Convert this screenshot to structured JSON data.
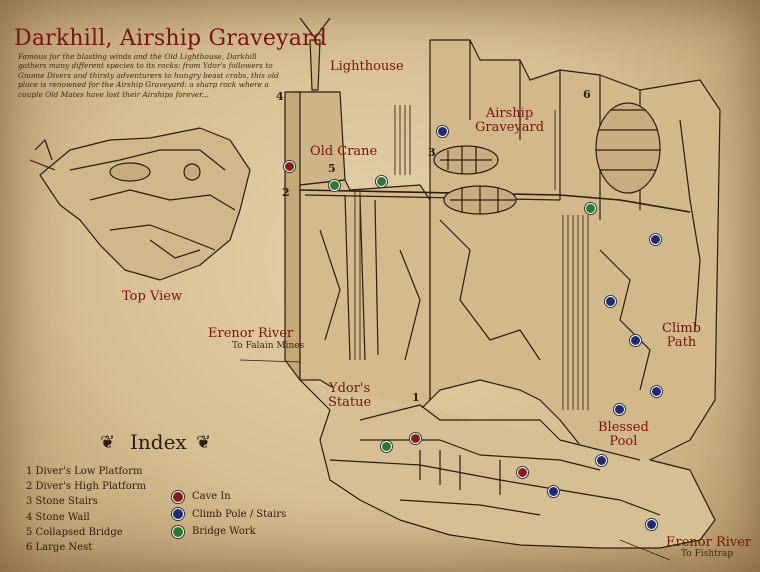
{
  "title": "Darkhill, Airship Graveyard",
  "intro": "Famous for the blasting winds and the Old Lighthouse, Darkhill gathers many different species to its rocks: from Ydor's followers to Gnome Divers and thirsty adventurers to hungry beast crabs, this old place is renowned for the Airship Graveyard: a sharp rock where a couple Old Mates have lost their Airships forever...",
  "labels": {
    "lighthouse": "Lighthouse",
    "airship_graveyard": "Airship\nGraveyard",
    "old_crane": "Old Crane",
    "top_view": "Top View",
    "erenor_river_top": "Erenor River",
    "to_falain_mines": "To Falain Mines",
    "ydors_statue": "Ydor's\nStatue",
    "climb_path": "Climb\nPath",
    "blessed_pool": "Blessed\nPool",
    "erenor_river_bottom": "Erenor River",
    "to_fishtrap": "To Fishtrap"
  },
  "numbers": {
    "n1": "1",
    "n2": "2",
    "n3": "3",
    "n4": "4",
    "n5": "5",
    "n6": "6"
  },
  "index": {
    "title": "Index",
    "items": [
      "1 Diver's Low Platform",
      "2 Diver's High Platform",
      "3 Stone Stairs",
      "4 Stone Wall",
      "5 Collapsed Bridge",
      "6 Large Nest"
    ]
  },
  "legend": [
    {
      "icon": "cave-in-icon",
      "label": "Cave In",
      "color": "#8a1a1a"
    },
    {
      "icon": "climb-pole-icon",
      "label": "Climb Pole / Stairs",
      "color": "#1c2a7a"
    },
    {
      "icon": "bridge-work-icon",
      "label": "Bridge Work",
      "color": "#2b7a2b"
    }
  ],
  "colors": {
    "accent": "#7a1212",
    "ink": "#2a1d10",
    "paper": "#d9c59c"
  }
}
